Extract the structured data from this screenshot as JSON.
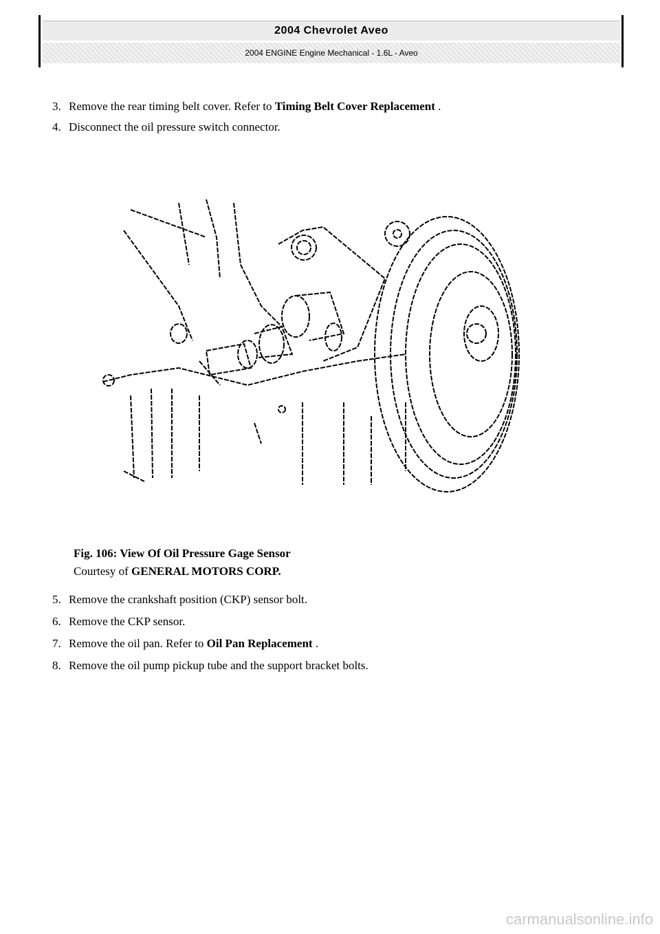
{
  "header": {
    "title": "2004 Chevrolet Aveo",
    "subtitle": "2004 ENGINE Engine Mechanical - 1.6L - Aveo"
  },
  "steps": [
    {
      "num": "3.",
      "text": "Remove the rear timing belt cover. Refer to ",
      "link": "Timing Belt Cover Replacement",
      "after": " ."
    },
    {
      "num": "4.",
      "text": "Disconnect the oil pressure switch connector.",
      "link": "",
      "after": ""
    },
    {
      "num": "5.",
      "text": "Remove the crankshaft position (CKP) sensor bolt.",
      "link": "",
      "after": ""
    },
    {
      "num": "6.",
      "text": "Remove the CKP sensor.",
      "link": "",
      "after": ""
    },
    {
      "num": "7.",
      "text": "Remove the oil pan. Refer to ",
      "link": "Oil Pan Replacement",
      "after": " ."
    },
    {
      "num": "8.",
      "text": "Remove the oil pump pickup tube and the support bracket bolts.",
      "link": "",
      "after": ""
    }
  ],
  "figure": {
    "caption": "Fig. 106: View Of Oil Pressure Gage Sensor",
    "courtesy_prefix": "Courtesy of ",
    "courtesy_org": "GENERAL MOTORS CORP."
  },
  "watermark": "carmanualsonline.info"
}
